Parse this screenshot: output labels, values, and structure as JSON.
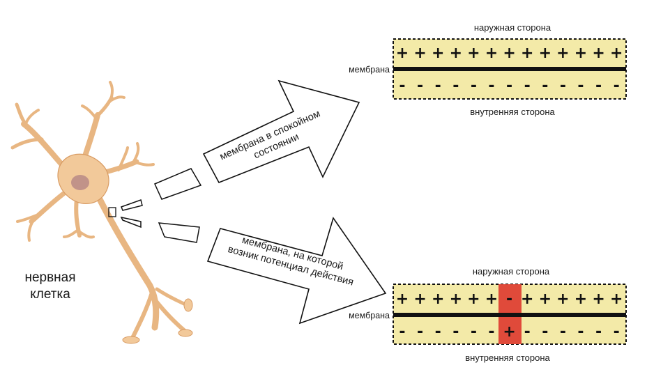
{
  "neuron": {
    "label_line1": "нервная",
    "label_line2": "клетка",
    "color": "#f2c99a",
    "outline": "#d89b63",
    "nucleus": "#b88a86"
  },
  "arrow_rest": {
    "line1": "мембрана в спокойном",
    "line2": "состоянии"
  },
  "arrow_action": {
    "line1": "мембрана, на которой",
    "line2": "возник потенциал действия"
  },
  "panel_rest": {
    "outer_label": "наружная сторона",
    "inner_label": "внутренняя сторона",
    "membrane_label": "мембрана",
    "top_signs": [
      "+",
      "+",
      "+",
      "+",
      "+",
      "+",
      "+",
      "+",
      "+",
      "+",
      "+",
      "+",
      "+"
    ],
    "bottom_signs": [
      "-",
      "-",
      "-",
      "-",
      "-",
      "-",
      "-",
      "-",
      "-",
      "-",
      "-",
      "-",
      "-"
    ]
  },
  "panel_action": {
    "outer_label": "наружная сторона",
    "inner_label": "внутренняя сторона",
    "membrane_label": "мембрана",
    "top_signs": [
      "+",
      "+",
      "+",
      "+",
      "+",
      "+",
      "-",
      "+",
      "+",
      "+",
      "+",
      "+",
      "+"
    ],
    "bottom_signs": [
      "-",
      "-",
      "-",
      "-",
      "-",
      "-",
      "+",
      "-",
      "-",
      "-",
      "-",
      "-",
      "-"
    ],
    "depolarized_index": 6
  },
  "colors": {
    "panel_fill": "#f3eaa8",
    "depolarized_fill": "#e04a3a",
    "membrane": "#111111"
  }
}
